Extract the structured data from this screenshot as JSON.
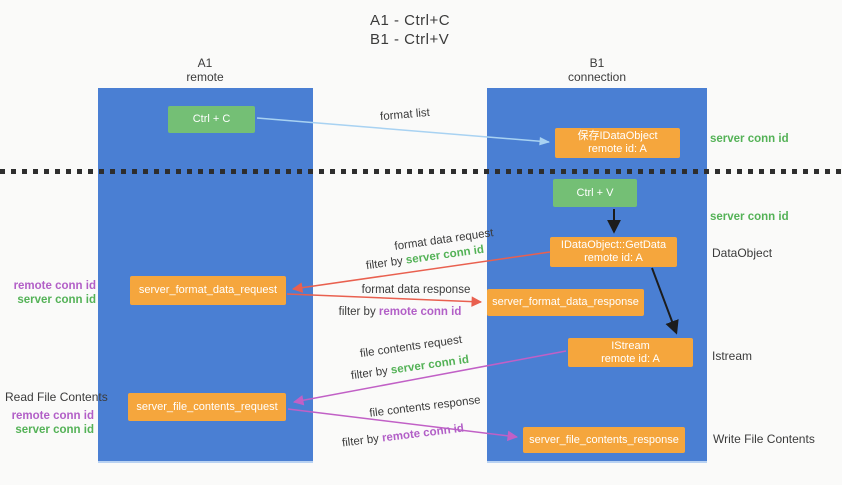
{
  "title": {
    "line1": "A1 - Ctrl+C",
    "line2": "B1 - Ctrl+V"
  },
  "columns": {
    "a1": {
      "name": "A1",
      "subtitle": "remote"
    },
    "b1": {
      "name": "B1",
      "subtitle": "connection"
    }
  },
  "nodes": {
    "ctrl_c": "Ctrl + C",
    "ctrl_v": "Ctrl + V",
    "save_idataobject": {
      "line1": "保存IDataObject",
      "line2": "remote id: A"
    },
    "getdata": {
      "line1": "IDataObject::GetData",
      "line2": "remote id: A"
    },
    "istream": {
      "line1": "IStream",
      "line2": "remote id: A"
    },
    "server_format_data_request": "server_format_data_request",
    "server_format_data_response": "server_format_data_response",
    "server_file_contents_request": "server_file_contents_request",
    "server_file_contents_response": "server_file_contents_response"
  },
  "strings": {
    "filter_by": "filter by",
    "server_conn_id": "server conn id",
    "remote_conn_id": "remote conn id"
  },
  "labels": {
    "format_list": "format list",
    "format_data_request": "format data request",
    "format_data_response": "format data response",
    "file_contents_request": "file contents request",
    "file_contents_response": "file contents response",
    "read_file_contents": "Read File Contents",
    "write_file_contents": "Write File Contents",
    "dataobject": "DataObject",
    "istream_side": "Istream"
  },
  "colors": {
    "column_blue": "#4a7fd3",
    "box_orange": "#f5a63d",
    "box_green": "#74bf75",
    "green_text": "#54b257",
    "purple_text": "#b25fc7",
    "red_arrow": "#e9604f",
    "purple_arrow": "#c160c6",
    "lightblue_arrow": "#a8d2f2",
    "black_arrow": "#1c1c1c",
    "dashed_line": "#2e2e2e",
    "background": "#fafaf9"
  }
}
